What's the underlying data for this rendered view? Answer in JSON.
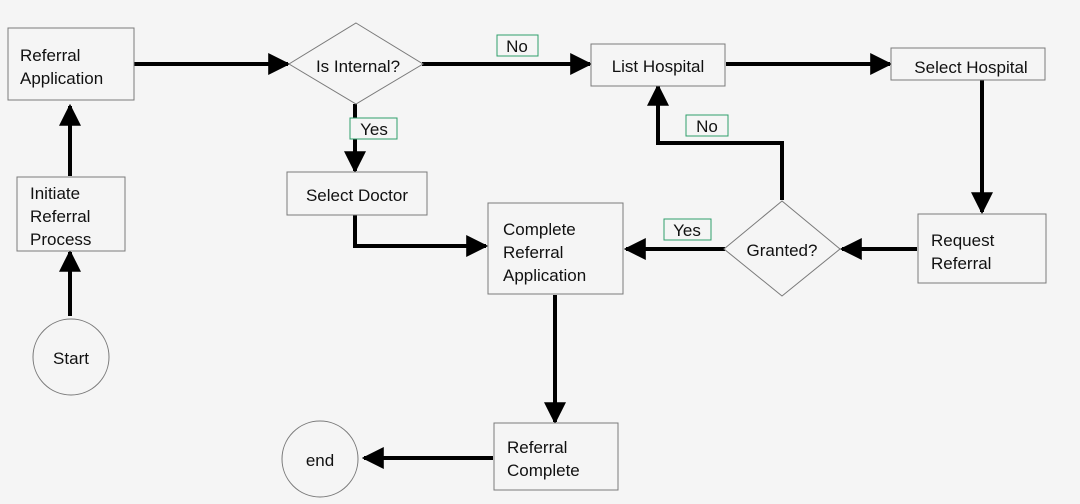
{
  "diagram": {
    "nodes": {
      "referral_application": {
        "lines": [
          "Referral",
          "Application"
        ]
      },
      "initiate_referral": {
        "lines": [
          "Initiate",
          "Referral",
          "Process"
        ]
      },
      "start": {
        "lines": [
          "Start"
        ]
      },
      "is_internal": {
        "lines": [
          "Is Internal?"
        ]
      },
      "select_doctor": {
        "lines": [
          "Select Doctor"
        ]
      },
      "list_hospital": {
        "lines": [
          "List Hospital"
        ]
      },
      "select_hospital": {
        "lines": [
          "Select Hospital"
        ]
      },
      "request_referral": {
        "lines": [
          "Request",
          "Referral"
        ]
      },
      "granted": {
        "lines": [
          "Granted?"
        ]
      },
      "complete_referral_application": {
        "lines": [
          "Complete",
          "Referral",
          "Application"
        ]
      },
      "referral_complete": {
        "lines": [
          "Referral",
          "Complete"
        ]
      },
      "end": {
        "lines": [
          "end"
        ]
      }
    },
    "edge_labels": {
      "internal_no": "No",
      "internal_yes": "Yes",
      "granted_no": "No",
      "granted_yes": "Yes"
    }
  }
}
